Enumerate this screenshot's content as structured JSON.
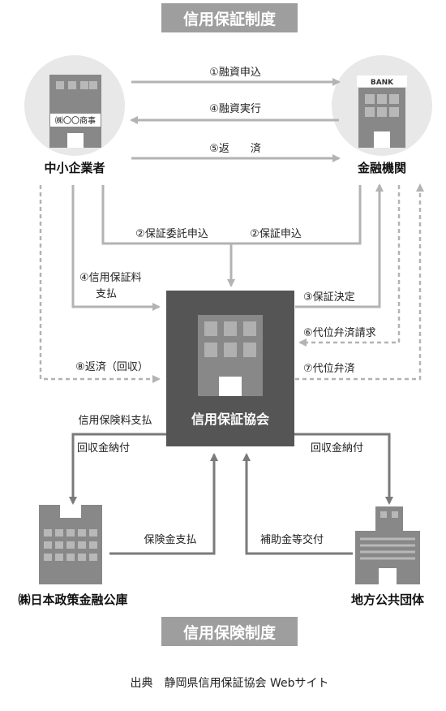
{
  "title": "信用保証制度",
  "subtitle": "信用保険制度",
  "source": "出典　静岡県信用保証協会 Webサイト",
  "nodes": {
    "sme": {
      "label": "中小企業者",
      "sign": "㈱〇〇商事"
    },
    "bank": {
      "label": "金融機関",
      "sign": "BANK"
    },
    "association": {
      "label": "信用保証協会"
    },
    "jfc": {
      "label": "㈱日本政策金融公庫"
    },
    "local_gov": {
      "label": "地方公共団体"
    }
  },
  "flows": {
    "f1": "①融資申込",
    "f4_exec": "④融資実行",
    "f5": "⑤返　　済",
    "f2_trust": "②保証委託申込",
    "f2_app": "②保証申込",
    "f4_fee_line1": "④信用保証料",
    "f4_fee_line2": "支払",
    "f3": "③保証決定",
    "f6": "⑥代位弁済請求",
    "f7": "⑦代位弁済",
    "f8": "⑧返済（回収）",
    "ins_fee": "信用保険料支払",
    "recover_left": "回収金納付",
    "recover_right": "回収金納付",
    "ins_pay": "保険金支払",
    "subsidy": "補助金等交付"
  },
  "colors": {
    "arrow": "#b3b3b3",
    "dark_arrow": "#7a7a7a",
    "association_box": "#555555",
    "title_box": "#9e9e9e",
    "circle": "#e8e8e8"
  }
}
